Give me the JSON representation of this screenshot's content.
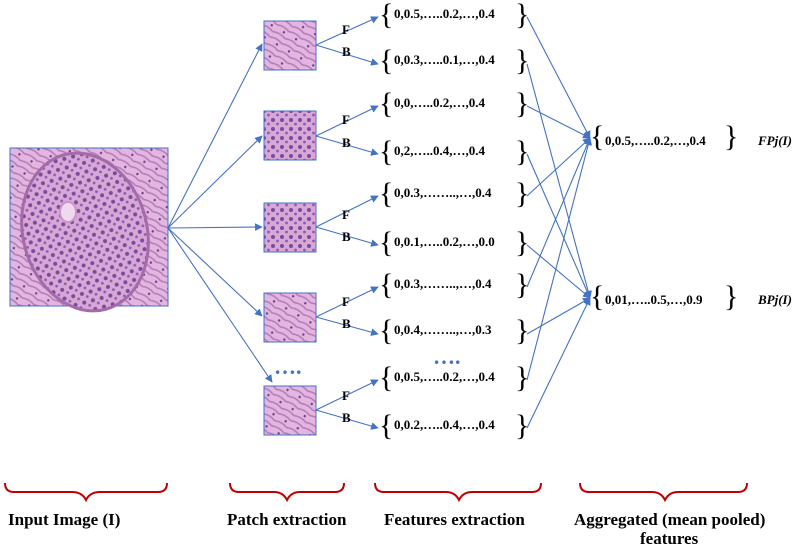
{
  "input_image": {
    "label": "Input Image (I)"
  },
  "patches": [
    {
      "branch_top": "F",
      "branch_bottom": "B"
    },
    {
      "branch_top": "F",
      "branch_bottom": "B"
    },
    {
      "branch_top": "F",
      "branch_bottom": "B"
    },
    {
      "branch_top": "F",
      "branch_bottom": "B"
    },
    {
      "branch_top": "F",
      "branch_bottom": "B"
    }
  ],
  "feature_vectors": [
    "0,0.5,…..0.2,…,0.4",
    "0,0.3,…..0.1,…,0.4",
    "0,0,…..0.2,…,0.4",
    "0,2,…..0.4,…,0.4",
    "0,0.3,……..,…,0.4",
    "0,0.1,…..0.2,…,0.0",
    "0,0.3,……..,…,0.4",
    "0,0.4,……..,…,0.3",
    "0,0.5,…..0.2,…,0.4",
    "0,0.2,…..0.4,…,0.4"
  ],
  "ellipsis": "….",
  "aggregated": {
    "foreground": {
      "vector": "0,0.5,…..0.2,…,0.4",
      "name": "FPj(I)"
    },
    "background": {
      "vector": "0,01,…..0.5,…,0.9",
      "name": "BPj(I)"
    }
  },
  "sections": {
    "input": "Input Image (I)",
    "patch": "Patch extraction",
    "features": "Features extraction",
    "aggregated_line1": "Aggregated (mean pooled)",
    "aggregated_line2": "features"
  },
  "colors": {
    "arrow": "#4472c4",
    "section_brace": "#c00000",
    "tissue_pink": "#c98fc6",
    "tissue_purple": "#6b3f8e"
  }
}
